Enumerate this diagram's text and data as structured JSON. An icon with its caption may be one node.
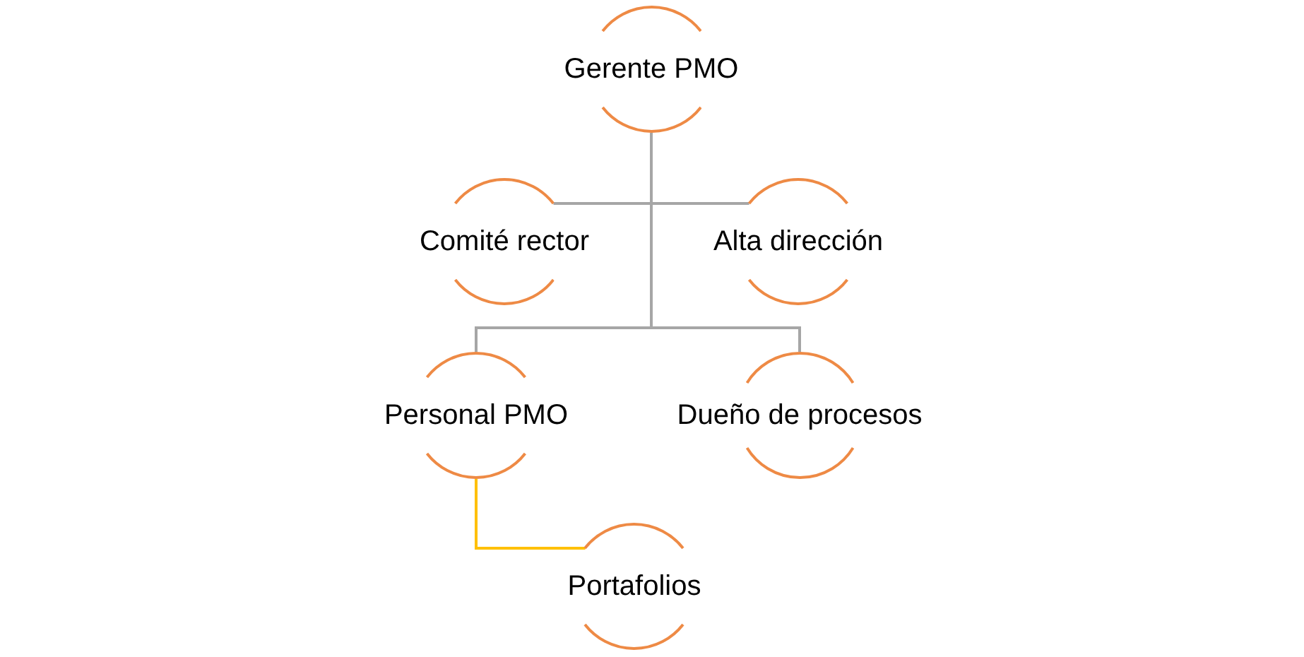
{
  "diagram": {
    "nodes": [
      {
        "text": [
          "Gerente PMO"
        ]
      },
      {
        "text": [
          "Comité rector"
        ]
      },
      {
        "text": [
          "Alta dirección"
        ]
      },
      {
        "text": [
          "Personal PMO"
        ]
      },
      {
        "text": [
          "Dueño de procesos"
        ]
      },
      {
        "text": [
          "Portafolios"
        ]
      }
    ],
    "edges": [
      {
        "from": 0,
        "to": 1,
        "arrow": "none"
      },
      {
        "from": 0,
        "to": 2,
        "arrow": "none"
      },
      {
        "from": 0,
        "to": 3,
        "arrow": "none"
      },
      {
        "from": 0,
        "to": 4,
        "arrow": "none"
      },
      {
        "from": 3,
        "to": 5,
        "arrow": "none",
        "color": "#ffc000"
      }
    ]
  }
}
